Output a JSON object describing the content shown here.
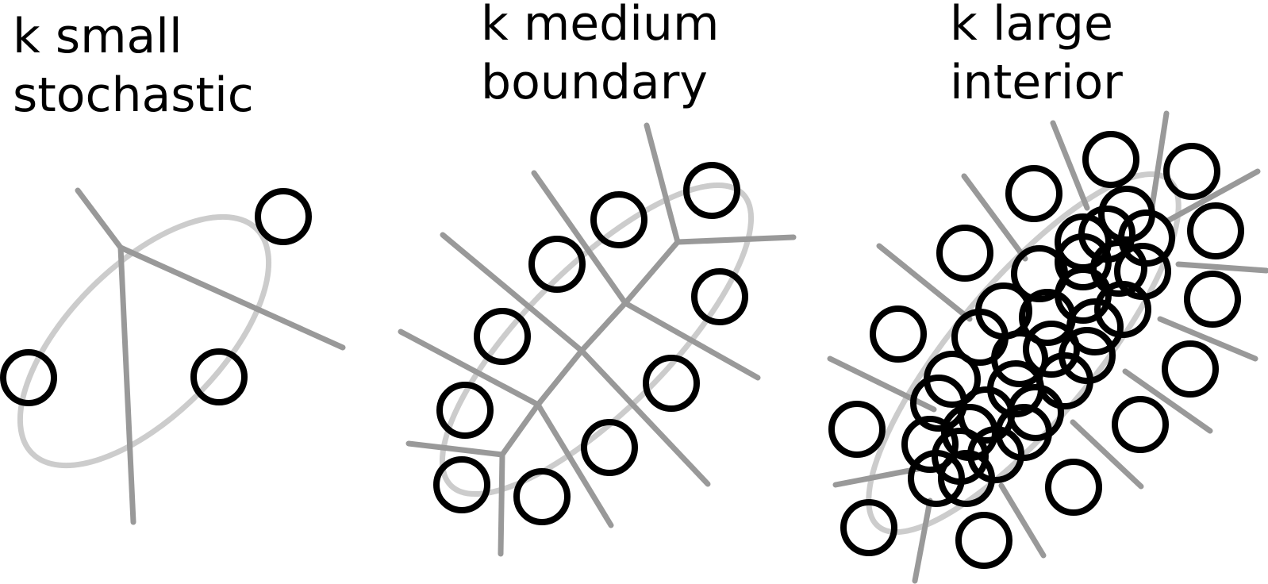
{
  "panels": [
    {
      "line1": "k small",
      "line2": "stochastic"
    },
    {
      "line1": "k medium",
      "line2": "boundary"
    },
    {
      "line1": "k large",
      "line2": "interior"
    }
  ],
  "colors": {
    "background": "#ffffff",
    "circles": "#000000",
    "edges": "#999999",
    "ellipse": "#cccccc"
  }
}
